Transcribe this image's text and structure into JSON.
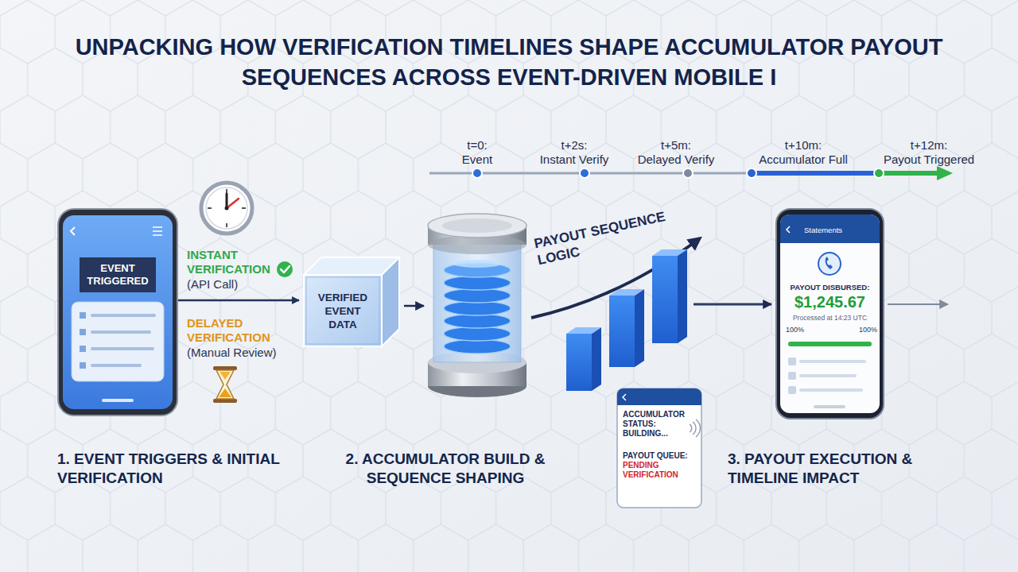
{
  "diagram": {
    "title": "UNPACKING HOW VERIFICATION TIMELINES SHAPE ACCUMULATOR PAYOUT SEQUENCES ACROSS EVENT-DRIVEN MOBILE I",
    "nodes": [
      {
        "text": [
          "EVENT TRIGGERED"
        ]
      },
      {
        "text": [
          "VERIFIED EVENT DATA"
        ]
      },
      {
        "text": [
          "ACCUMULATOR STATUS: BUILDING...",
          "PAYOUT QUEUE:",
          "PENDING VERIFICATION"
        ]
      },
      {
        "text": [
          "Statements",
          "PAYOUT DISBURSED:",
          "$1,245.67",
          "Processed at 14:23 UTC"
        ]
      }
    ],
    "edges": [
      {
        "from": 0,
        "to": 1,
        "arrow": "to"
      }
    ],
    "labels": [
      "t=0:",
      "Event",
      "t+2s:",
      "Instant Verify",
      "t+5m:",
      "Delayed Verify",
      "t+10m:",
      "Accumulator Full",
      "t+12m:",
      "Payout Triggered",
      "INSTANT VERIFICATION",
      "(API Call)",
      "DELAYED VERIFICATION",
      "(Manual Review)",
      "PAYOUT SEQUENCE LOGIC",
      "100%",
      "100%",
      "1. EVENT TRIGGERS & INITIAL VERIFICATION",
      "2. ACCUMULATOR BUILD & SEQUENCE SHAPING",
      "3. PAYOUT EXECUTION & TIMELINE IMPACT"
    ]
  }
}
